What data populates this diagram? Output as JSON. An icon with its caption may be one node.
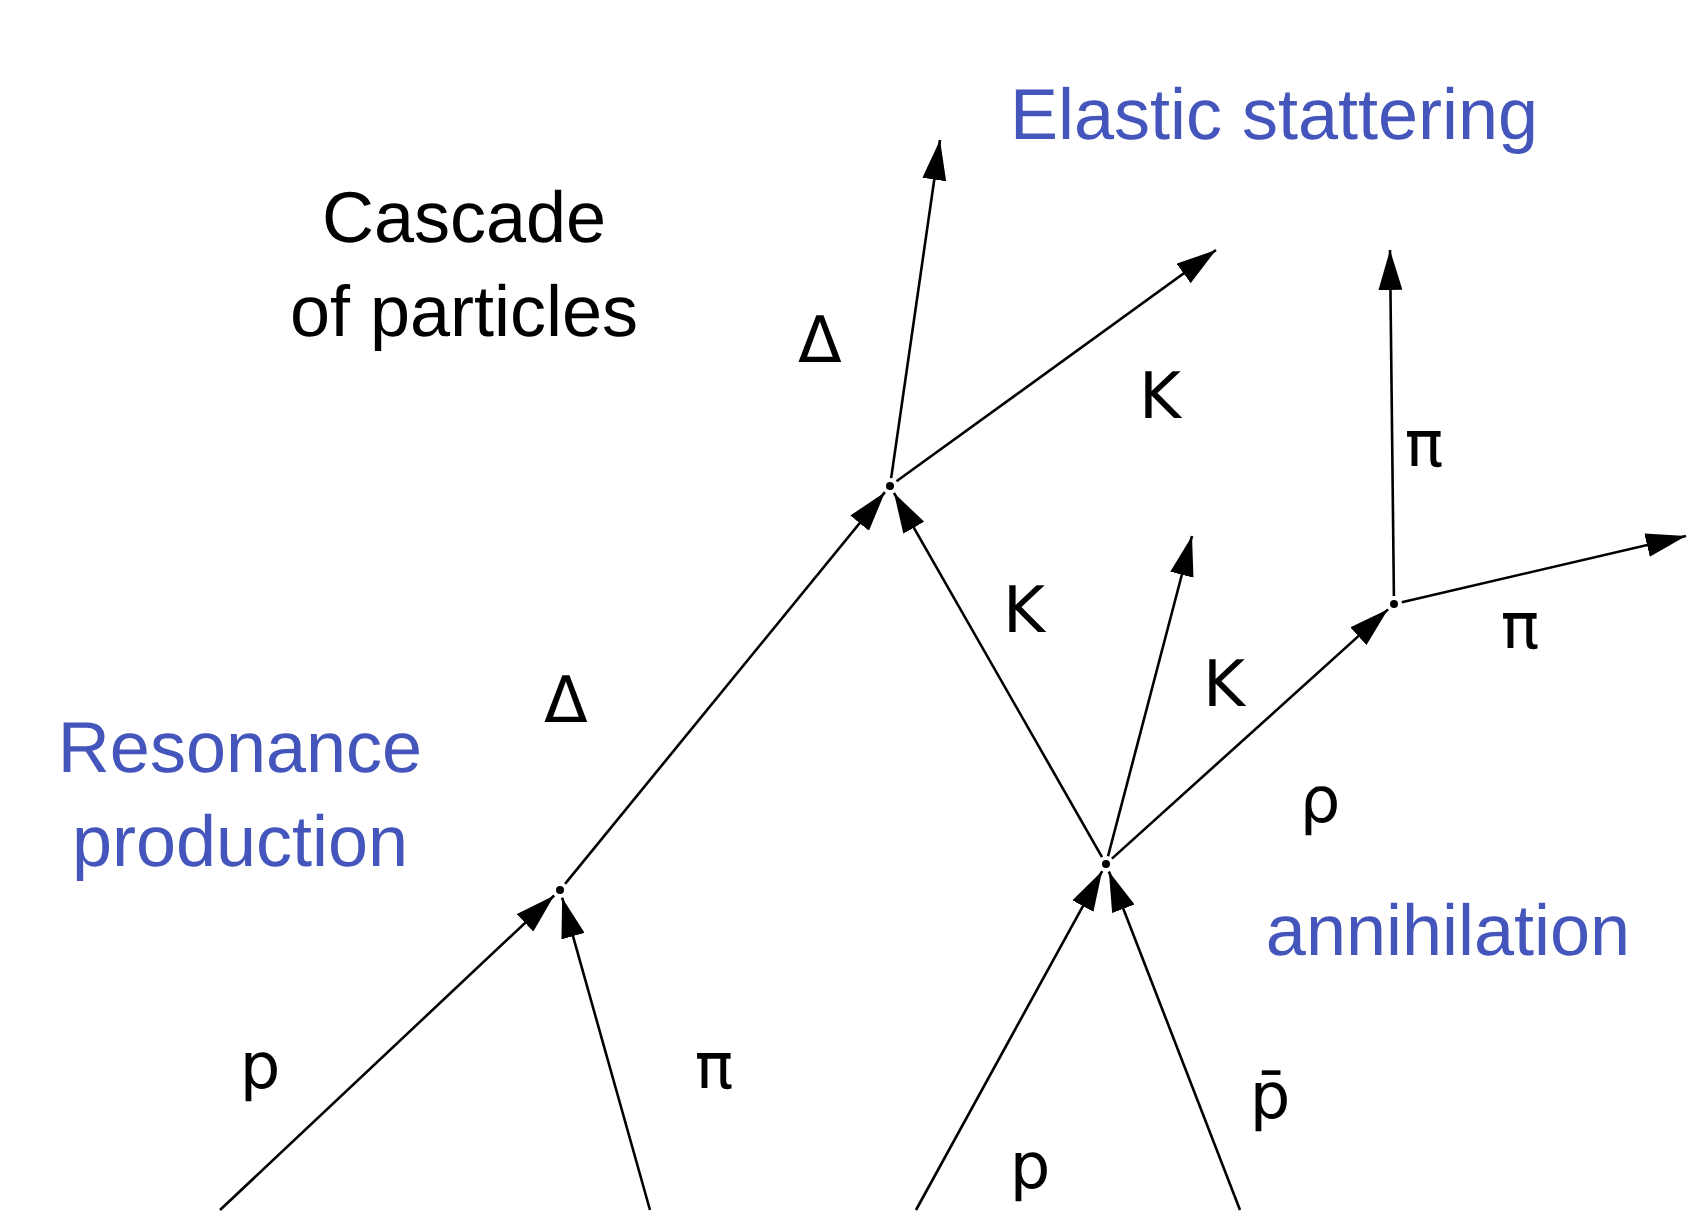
{
  "diagram": {
    "nodes": [
      {
        "text": [],
        "shape": "point"
      },
      {
        "text": [],
        "shape": "point"
      },
      {
        "text": [],
        "shape": "point"
      },
      {
        "text": [],
        "shape": "point"
      }
    ],
    "edges": [
      {
        "from": null,
        "to": 0,
        "arrow": "to",
        "label": "p"
      },
      {
        "from": null,
        "to": 0,
        "arrow": "to",
        "label": "π"
      },
      {
        "from": 0,
        "to": 1,
        "arrow": "to",
        "label": "Δ"
      },
      {
        "from": 1,
        "to": null,
        "arrow": "to",
        "label": "Δ"
      },
      {
        "from": 1,
        "to": null,
        "arrow": "to",
        "label": "K"
      },
      {
        "from": 2,
        "to": 1,
        "arrow": "to",
        "label": "K"
      },
      {
        "from": null,
        "to": 2,
        "arrow": "to",
        "label": "p"
      },
      {
        "from": null,
        "to": 2,
        "arrow": "to",
        "label": "p̄"
      },
      {
        "from": 2,
        "to": null,
        "arrow": "to",
        "label": "K"
      },
      {
        "from": 2,
        "to": 3,
        "arrow": "to",
        "label": "ρ"
      },
      {
        "from": 3,
        "to": null,
        "arrow": "to",
        "label": "π"
      },
      {
        "from": 3,
        "to": null,
        "arrow": "to",
        "label": "π"
      }
    ],
    "labels": [
      "Elastic stattering",
      "Cascade of particles",
      "Resonance production",
      "annihilation"
    ]
  }
}
